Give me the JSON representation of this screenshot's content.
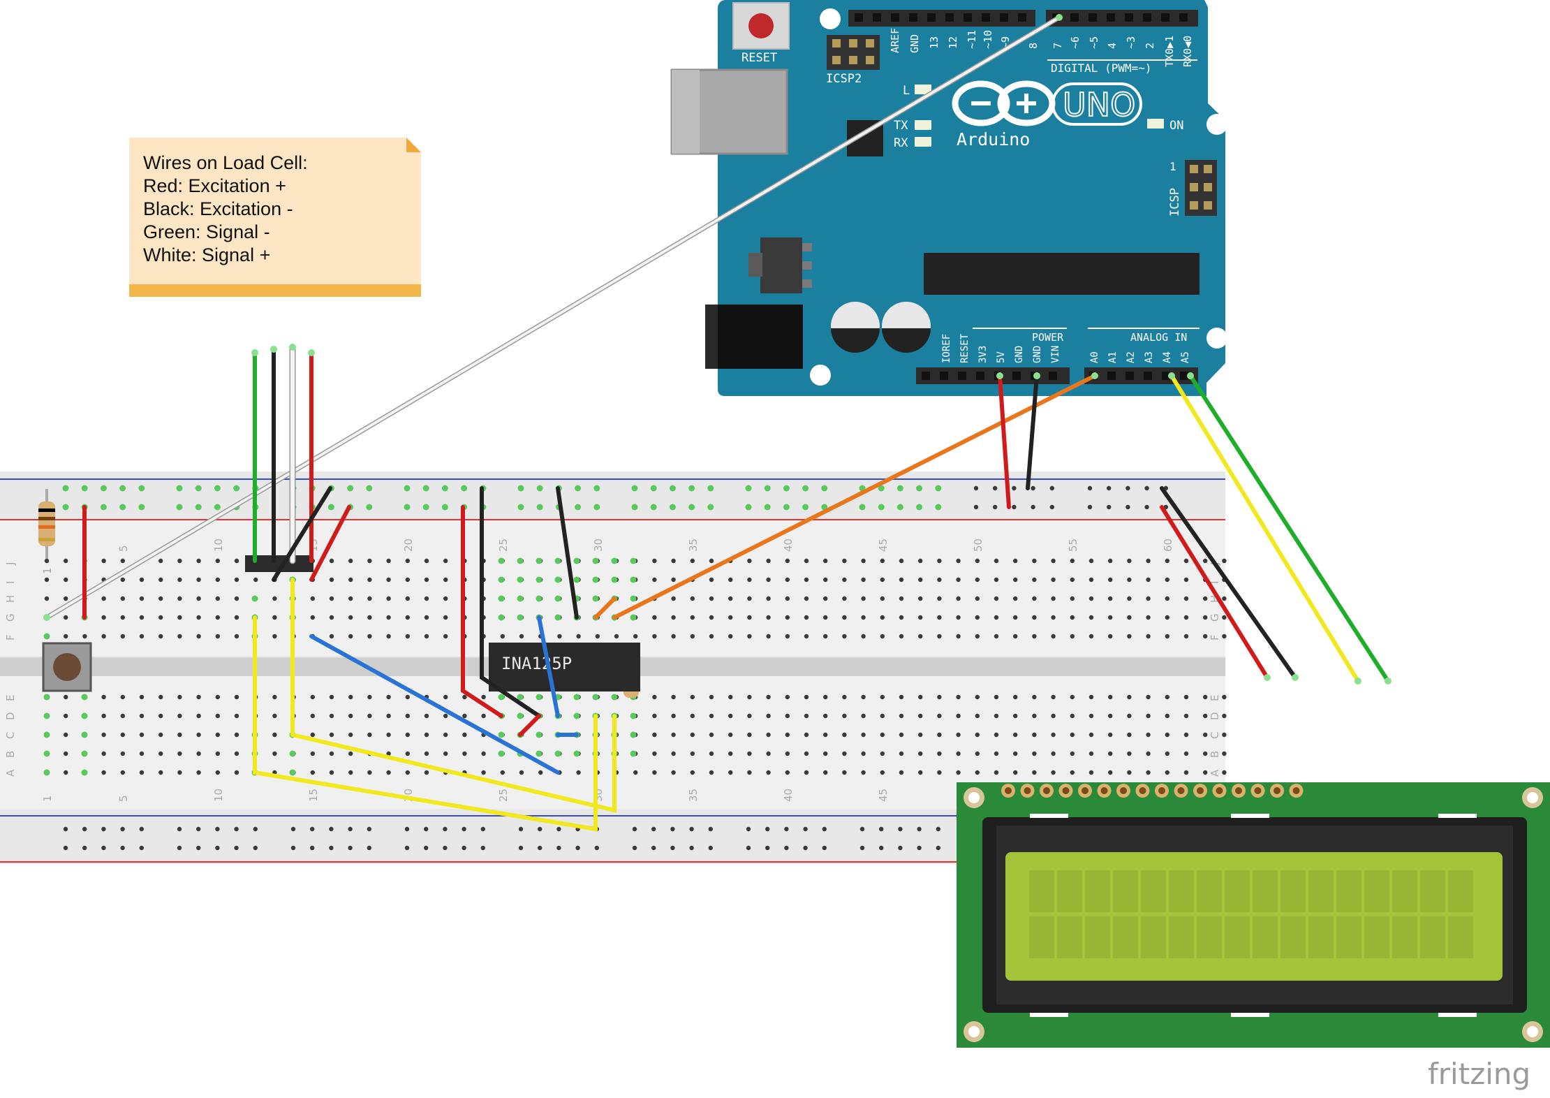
{
  "note": {
    "lines": [
      "Wires on Load Cell:",
      "Red: Excitation +",
      "Black: Excitation -",
      "Green: Signal -",
      "White: Signal +"
    ]
  },
  "arduino": {
    "reset_label": "RESET",
    "icsp2_label": "ICSP2",
    "icsp_label": "ICSP",
    "icsp_pin1": "1",
    "digital_label": "DIGITAL (PWM=~)",
    "aref_label": "AREF",
    "gnd_label": "GND",
    "digital_pins": [
      "13",
      "12",
      "~11",
      "~10",
      "~9",
      "8",
      "7",
      "~6",
      "~5",
      "4",
      "~3",
      "2",
      "TX0▶1",
      "RX0◀0"
    ],
    "led_l": "L",
    "led_tx": "TX",
    "led_rx": "RX",
    "on_label": "ON",
    "uno_label": "UNO",
    "brand_label": "Arduino",
    "power_label": "POWER",
    "power_pins": [
      "IOREF",
      "RESET",
      "3V3",
      "5V",
      "GND",
      "GND",
      "VIN"
    ],
    "analog_label": "ANALOG IN",
    "analog_pins": [
      "A0",
      "A1",
      "A2",
      "A3",
      "A4",
      "A5"
    ]
  },
  "breadboard": {
    "top_col_numbers": [
      "1",
      "5",
      "10",
      "15",
      "20",
      "25",
      "30",
      "35",
      "40",
      "45",
      "50",
      "55",
      "60"
    ],
    "bottom_col_numbers": [
      "1",
      "5",
      "10",
      "15",
      "20",
      "25",
      "30",
      "35",
      "40",
      "45"
    ],
    "row_letters_top": [
      "J",
      "I",
      "H",
      "G",
      "F"
    ],
    "row_letters_bottom": [
      "E",
      "D",
      "C",
      "B",
      "A"
    ]
  },
  "chip": {
    "label": "INA125P"
  },
  "watermark": "fritzing",
  "colors": {
    "arduino_board": "#1b7fa0",
    "lcd_board": "#2a8a3a",
    "lcd_screen": "#a6c43a",
    "wire_red": "#d11a1a",
    "wire_black": "#222222",
    "wire_green": "#1fae2a",
    "wire_yellow": "#f2e81e",
    "wire_orange": "#e8761c",
    "wire_blue": "#2a73d6",
    "wire_white": "#f4f4f4"
  }
}
